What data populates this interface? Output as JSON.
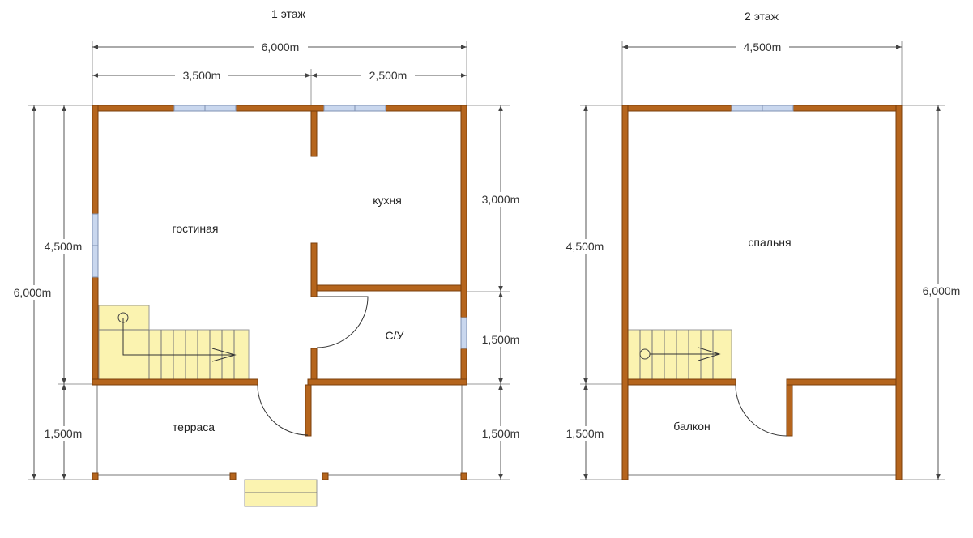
{
  "floor1": {
    "title": "1 этаж",
    "dims": {
      "top_total": "6,000m",
      "top_left": "3,500m",
      "top_right": "2,500m",
      "left_outer": "6,000m",
      "left_inner": "4,500m",
      "left_bottom": "1,500m",
      "right_top": "3,000m",
      "right_mid": "1,500m",
      "right_bottom": "1,500m"
    },
    "rooms": {
      "living": "гостиная",
      "kitchen": "кухня",
      "bathroom": "С/У",
      "terrace": "терраса"
    }
  },
  "floor2": {
    "title": "2 этаж",
    "dims": {
      "top_total": "4,500m",
      "left_inner": "4,500m",
      "left_bottom": "1,500m",
      "right_outer": "6,000m"
    },
    "rooms": {
      "bedroom": "спальня",
      "balcony": "балкон"
    }
  },
  "colors": {
    "wall": "#b5651d",
    "window": "#c9d7ee",
    "stair": "#fbf3b0"
  }
}
